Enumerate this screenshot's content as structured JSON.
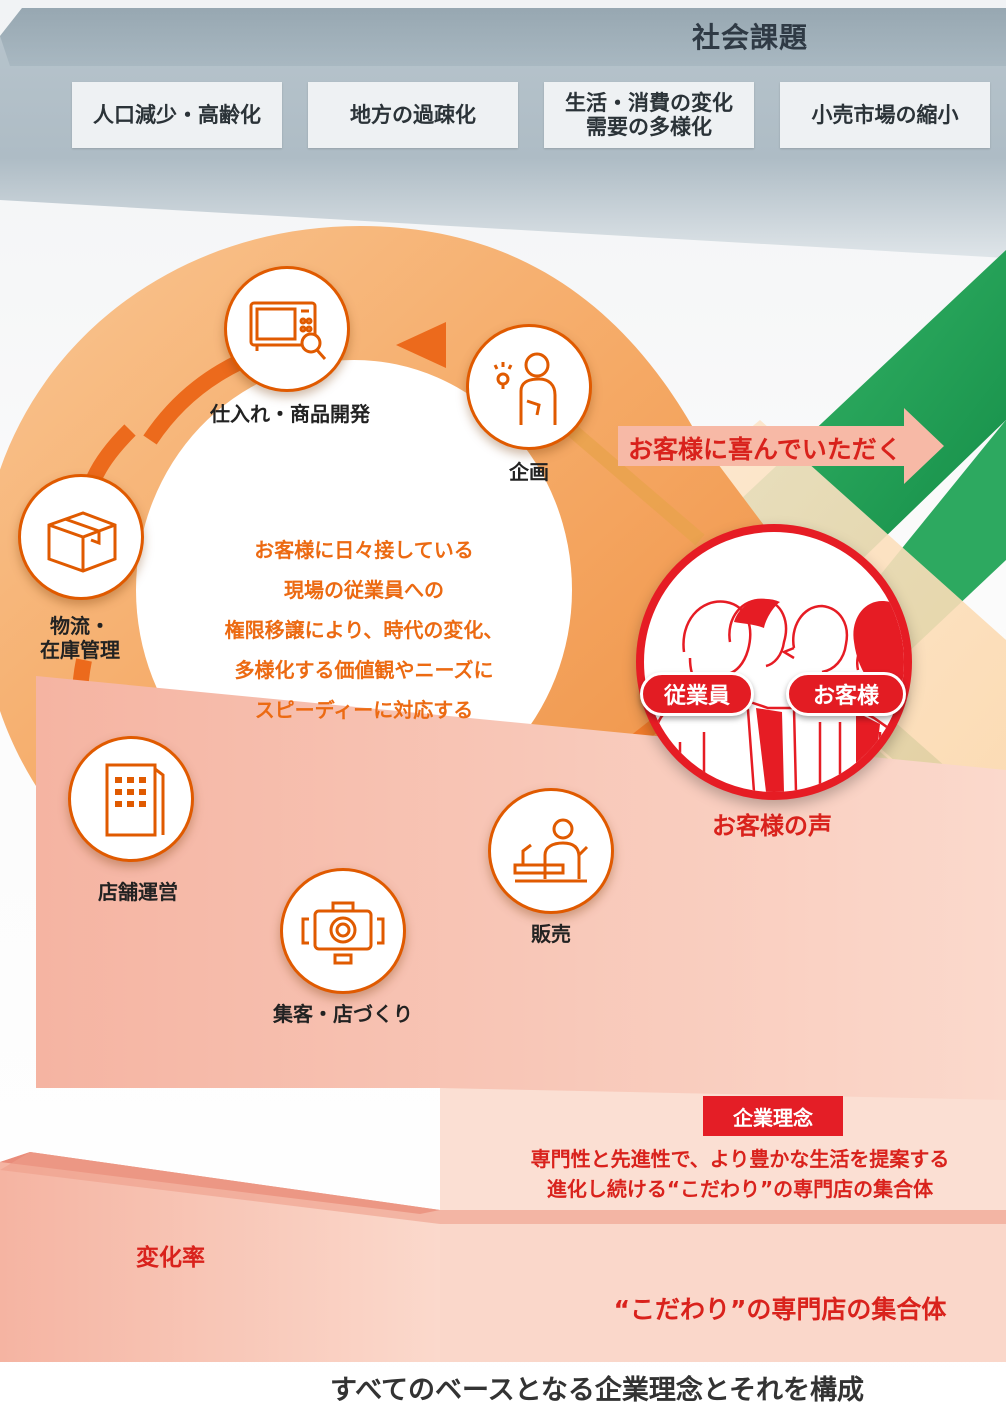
{
  "social_issues": {
    "title": "社会課題",
    "items": [
      "人口減少・高齢化",
      "地方の過疎化",
      "生活・消費の変化\n需要の多様化",
      "小売市場の縮小"
    ]
  },
  "cycle": {
    "nodes": {
      "planning": "企画",
      "procurement": "仕入れ・商品開発",
      "logistics": "物流・\n在庫管理",
      "store_operation": "店舗運営",
      "customer_attraction": "集客・店づくり",
      "sales": "販売"
    },
    "center_text": [
      "お客様に日々接している",
      "現場の従業員への",
      "権限移譲により、時代の変化、",
      "多様化する価値観やニーズに",
      "スピーディーに対応する"
    ]
  },
  "flows": {
    "delight": "お客様に喜んでいただく",
    "voice": "お客様の声"
  },
  "people": {
    "employee": "従業員",
    "customer": "お客様"
  },
  "philosophy": {
    "badge": "企業理念",
    "lines": [
      "専門性と先進性で、より豊かな生活を提案する",
      "進化し続ける“こだわり”の専門店の集合体"
    ]
  },
  "steps": {
    "rate_label": "変化率",
    "base_text": "“こだわり”の専門店の集合体"
  },
  "caption": "すべてのベースとなる企業理念とそれを構成",
  "colors": {
    "accent_orange": "#e05a00",
    "accent_red": "#e31c23",
    "green": "#1ea95a",
    "slate": "#8fa2ae"
  }
}
